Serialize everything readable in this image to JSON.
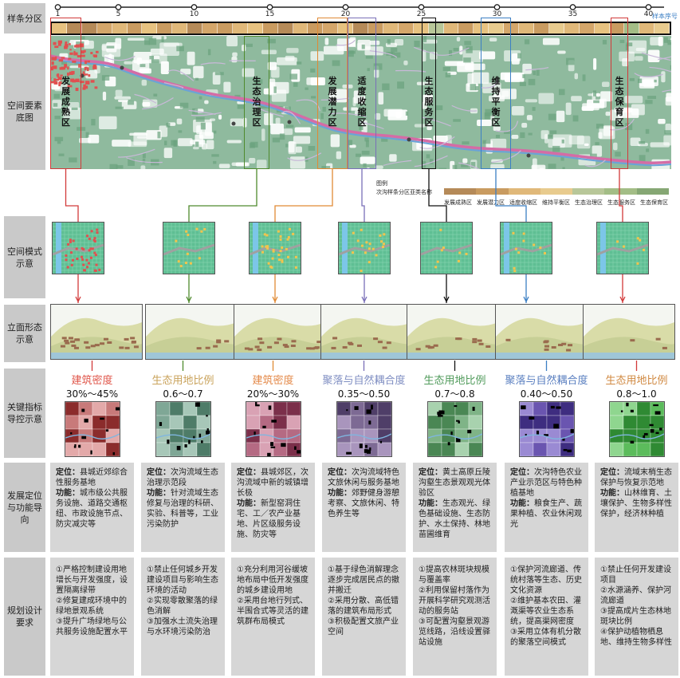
{
  "rows": {
    "strip": "样条分区",
    "map": "空间要素底图",
    "pattern": "空间模式示意",
    "elevation": "立面形态示意",
    "indicator": "关键指标导控示意",
    "function": "发展定位与功能导向",
    "design": "规划设计要求"
  },
  "ticks": [
    "1",
    "5",
    "10",
    "15",
    "20",
    "25",
    "30",
    "35",
    "40"
  ],
  "strip_label": "样本序号",
  "legend": {
    "title": "图例",
    "subtitle": "次沟样条分区亚类名称",
    "items": [
      "发展成熟区",
      "发展潜力区",
      "适度收缩区",
      "维持平衡区",
      "生态治理区",
      "生态服务区",
      "生态保育区"
    ],
    "colors": [
      "#b58a58",
      "#c99b60",
      "#e0b879",
      "#e8cb8e",
      "#b8c799",
      "#a3bd86",
      "#86a774"
    ]
  },
  "zones": [
    {
      "name": "发展成熟区",
      "color": "#d23a3a"
    },
    {
      "name": "生态治理区",
      "color": "#4f8a2d"
    },
    {
      "name": "发展潜力区",
      "color": "#e08a35"
    },
    {
      "name": "适度收缩区",
      "color": "#7a6fb8"
    },
    {
      "name": "生态服务区",
      "color": "#111111"
    },
    {
      "name": "维持平衡区",
      "color": "#3b7fc4"
    },
    {
      "name": "生态保育区",
      "color": "#d23a3a"
    }
  ],
  "indicators": [
    {
      "title": "建筑密度",
      "value": "30%～45%",
      "color": "#e0574b"
    },
    {
      "title": "生态用地比例",
      "value": "0.6～0.7",
      "color": "#c9a25a"
    },
    {
      "title": "建筑密度",
      "value": "20%～30%",
      "color": "#e48a4a"
    },
    {
      "title": "聚落与自然耦合度",
      "value": "0.35～0.50",
      "color": "#7f8ec2"
    },
    {
      "title": "生态用地比例",
      "value": "0.7～0.8",
      "color": "#4f9a5a"
    },
    {
      "title": "聚落与自然耦合度",
      "value": "0.40～0.50",
      "color": "#5a7fc0"
    },
    {
      "title": "生态用地比例",
      "value": "0.8～1.0",
      "color": "#d08840"
    }
  ],
  "heat_colors": [
    {
      "base": "#c87a7a",
      "light": "#e3a9a9",
      "dark": "#8b2c2c"
    },
    {
      "base": "#7fa796",
      "light": "#a7c7b8",
      "dark": "#4e7c68"
    },
    {
      "base": "#b56a83",
      "light": "#d9a2b4",
      "dark": "#7b2f4a"
    },
    {
      "base": "#7d6a94",
      "light": "#a995bd",
      "dark": "#4f3e68"
    },
    {
      "base": "#7fb487",
      "light": "#a8d2ae",
      "dark": "#4a8754"
    },
    {
      "base": "#6a55b0",
      "light": "#9a8ad3",
      "dark": "#3e2d80"
    },
    {
      "base": "#5cbc5c",
      "light": "#8fd68f",
      "dark": "#2f8a33"
    }
  ],
  "functions": [
    {
      "pos_label": "定位：",
      "pos": "县城近郊综合性服务基地",
      "fun_label": "功能：",
      "fun": "城市级公共服务设施、道路交通枢纽、市政设施节点、防灾减灾等"
    },
    {
      "pos_label": "定位：",
      "pos": "次沟流域生态治理示范段",
      "fun_label": "功能：",
      "fun": "针对流域生态修复与治理的科研、实验、科普等，工业污染防护"
    },
    {
      "pos_label": "定位：",
      "pos": "县城郊区，次沟流域中新的城镇增长极",
      "fun_label": "功能：",
      "fun": "新型窑洞住宅、工／农产业基地、片区级服务设施、防灾等"
    },
    {
      "pos_label": "定位：",
      "pos": "次沟流域特色文旅休闲与服务基地",
      "fun_label": "功能：",
      "fun": "郊野健身游憩考察、文旅休闲、特色养生等"
    },
    {
      "pos_label": "定位：",
      "pos": "黄土高原丘陵沟壑生态景观观光体验区",
      "fun_label": "功能：",
      "fun": "生态观光、绿色基础设施、生态防护、水土保持、林地苗圃维育"
    },
    {
      "pos_label": "定位：",
      "pos": "次沟特色农业产业示范区与特色种植基地",
      "fun_label": "功能：",
      "fun": "粮食生产、蔬果种植、农业休闲观光"
    },
    {
      "pos_label": "定位：",
      "pos": "流域末梢生态保护与恢复示范地",
      "fun_label": "功能：",
      "fun": "山林维育、土壤保护、生物多样性保护，经济林种植"
    }
  ],
  "designs": [
    [
      "①严格控制建设用地增长与开发强度，设置隔离绿带",
      "②修复建成环境中的绿地景观系统",
      "③提升广场绿地与公共服务设施配置水平"
    ],
    [
      "①禁止任何城乡开发建设项目与影响生态环境的活动",
      "②实现零散聚落的绿色消解",
      "③加强水土流失治理与水环境污染防治"
    ],
    [
      "①充分利用河谷缓坡地布局中低开发强度的城乡建设用地",
      "②采用台地行列式、半围合式等灵活的建筑群布局模式"
    ],
    [
      "①基于绿色消解理念逐步完成居民点的撤并搬迁",
      "②采用分散、高低错落的建筑布局形式",
      "③积极配置文旅产业空间"
    ],
    [
      "①提高农林斑块规模与覆盖率",
      "②利用保留村落作为开展科学研究观测活动的服务站",
      "③可配置沟壑景观游览线路，沿线设置驿站设施"
    ],
    [
      "①保护河流廊道、传统村落等生态、历史文化资源",
      "②维护基本农田、灌溉渠等农业生态系统，提高渠网密度",
      "③采用立体有机分散的聚落空间模式"
    ],
    [
      "①禁止任何开发建设项目",
      "②水源涵养、保护河流廊道",
      "③提高成片生态林地斑块比例",
      "④保护动植物栖息地、维持生物多样性"
    ]
  ]
}
